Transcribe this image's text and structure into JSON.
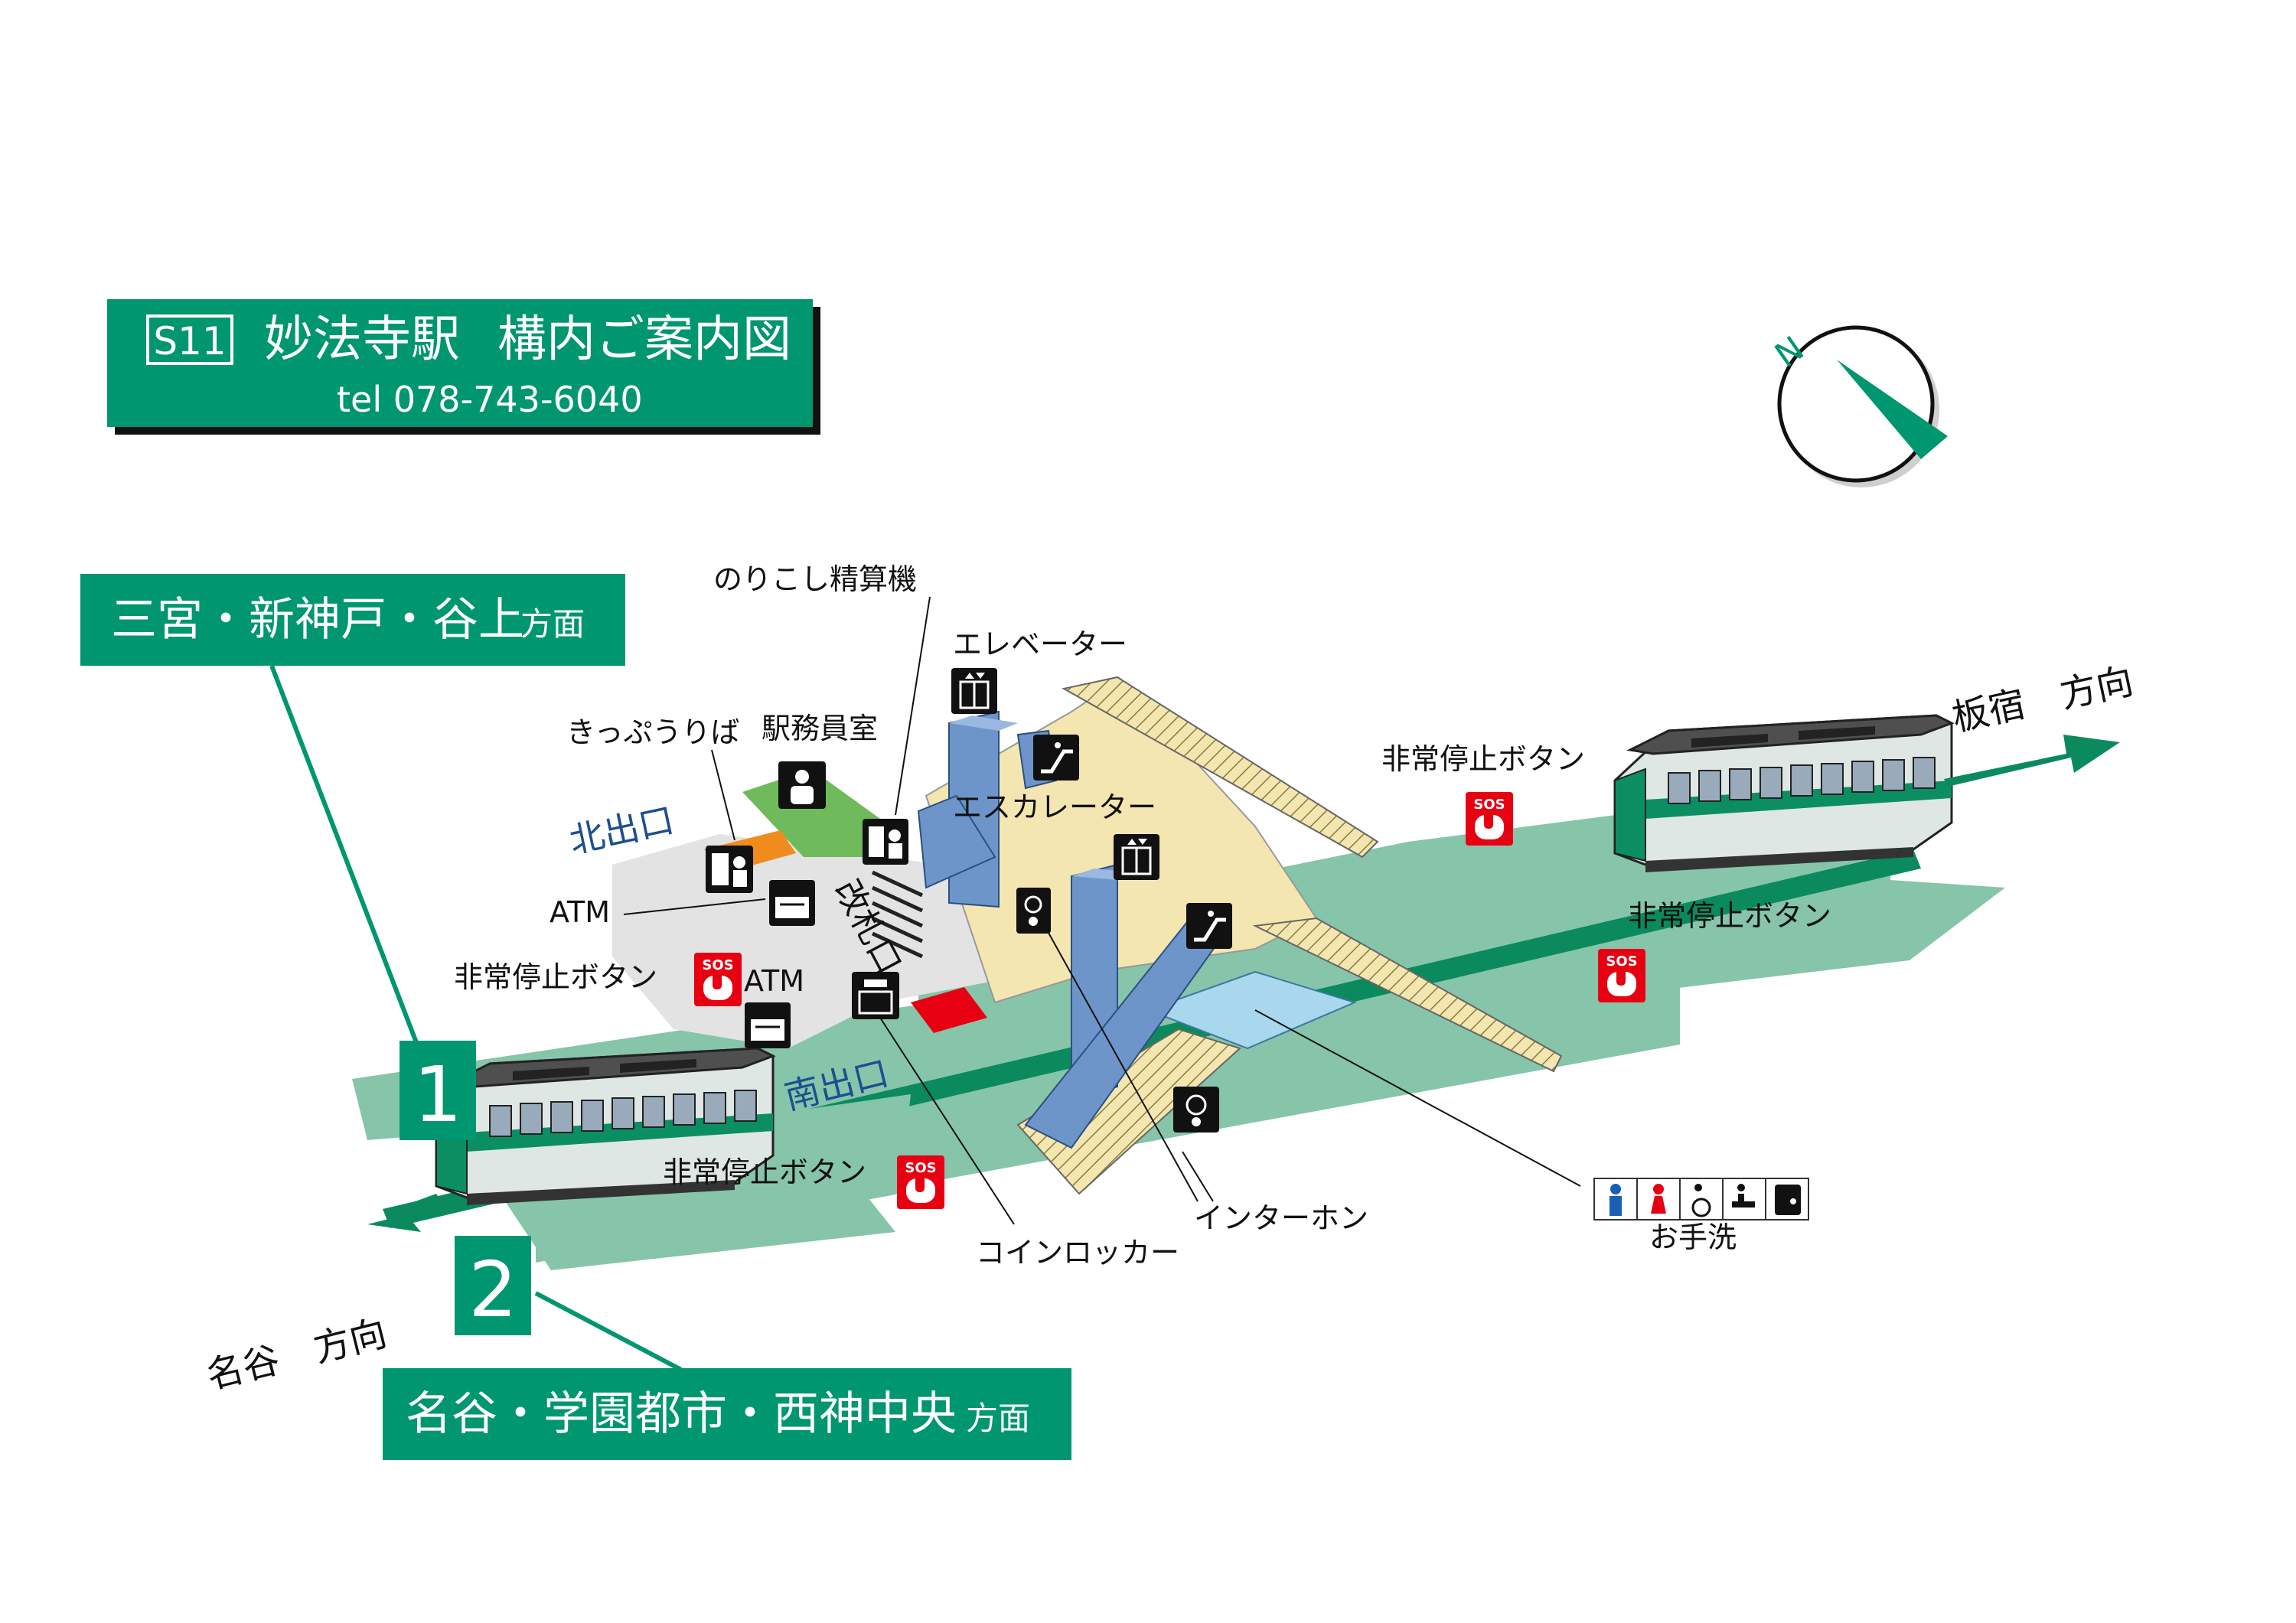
{
  "header": {
    "station_code": "S11",
    "station_name": "妙法寺駅",
    "map_title": "構内ご案内図",
    "tel": "tel 078-743-6040"
  },
  "compass": {
    "north_label": "N"
  },
  "platforms": {
    "p1": {
      "number": "1",
      "destinations": "三宮・新神戸・谷上",
      "suffix": "方面"
    },
    "p2": {
      "number": "2",
      "destinations": "名谷・学園都市・西神中央",
      "suffix": "方面"
    }
  },
  "directions": {
    "itayado": "板宿　方向",
    "myodani": "名谷　方向"
  },
  "labels": {
    "norikoshi": "のりこし精算機",
    "elevator": "エレベーター",
    "escalator": "エスカレーター",
    "ticket": "きっぷうりば",
    "office": "駅務員室",
    "north_exit": "北出口",
    "south_exit": "南出口",
    "gate": "改札口",
    "atm_left": "ATM",
    "atm_center": "ATM",
    "emergency_left": "非常停止ボタン",
    "emergency_top": "非常停止ボタン",
    "emergency_right": "非常停止ボタン",
    "emergency_bottom": "非常停止ボタン",
    "coin_locker": "コインロッカー",
    "intercom": "インターホン",
    "toilet": "お手洗"
  },
  "icons": {
    "sos": "SOS",
    "atm": "ATM",
    "names": [
      "elevator-icon",
      "escalator-icon",
      "ticket-machine-icon",
      "station-staff-icon",
      "fare-adjustment-icon",
      "atm-icon",
      "sos-button-icon",
      "coin-locker-icon",
      "intercom-icon",
      "men-icon",
      "women-icon",
      "wheelchair-icon",
      "baby-care-icon",
      "ostomate-icon"
    ]
  },
  "colors": {
    "brand_green": "#009670",
    "platform_green": "#86c5aa",
    "concourse_yellow": "#f3e6b0",
    "office_green": "#6fba5a",
    "ticket_orange": "#f08c1e",
    "sos_red": "#e60012",
    "structure_blue": "#6d95c9",
    "toilet_blue": "#a9d7ee",
    "exit_blue": "#1d4f8f"
  }
}
